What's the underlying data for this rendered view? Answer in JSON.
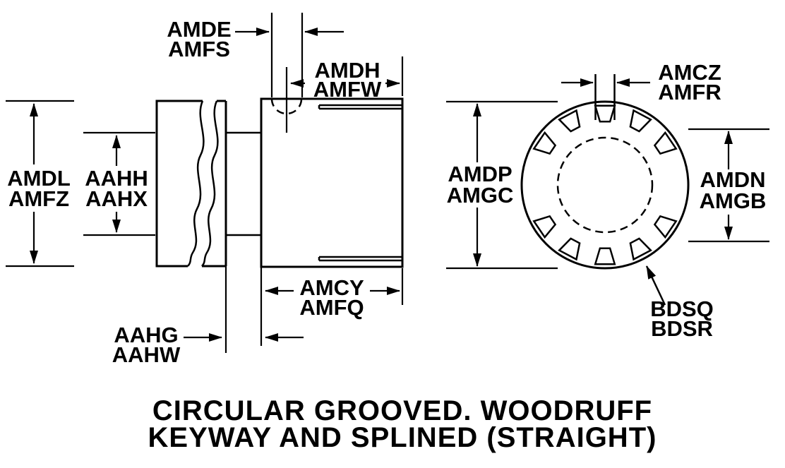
{
  "diagram": {
    "title": {
      "line1": "CIRCULAR GROOVED. WOODRUFF",
      "line2": "KEYWAY AND SPLINED (STRAIGHT)"
    },
    "dimension_labels": {
      "amde_amfs": {
        "line1": "AMDE",
        "line2": "AMFS"
      },
      "amdh_amfw": {
        "line1": "AMDH",
        "line2": "AMFW"
      },
      "amdl_amfz": {
        "line1": "AMDL",
        "line2": "AMFZ"
      },
      "aahh_aahx": {
        "line1": "AAHH",
        "line2": "AAHX"
      },
      "amcy_amfq": {
        "line1": "AMCY",
        "line2": "AMFQ"
      },
      "aahg_aahw": {
        "line1": "AAHG",
        "line2": "AAHW"
      },
      "amcz_amfr": {
        "line1": "AMCZ",
        "line2": "AMFR"
      },
      "amdp_amgc": {
        "line1": "AMDP",
        "line2": "AMGC"
      },
      "amdn_amgb": {
        "line1": "AMDN",
        "line2": "AMGB"
      },
      "bdsq_bdsr": {
        "line1": "BDSQ",
        "line2": "BDSR"
      }
    },
    "colors": {
      "line": "#000000",
      "background": "#ffffff"
    }
  }
}
